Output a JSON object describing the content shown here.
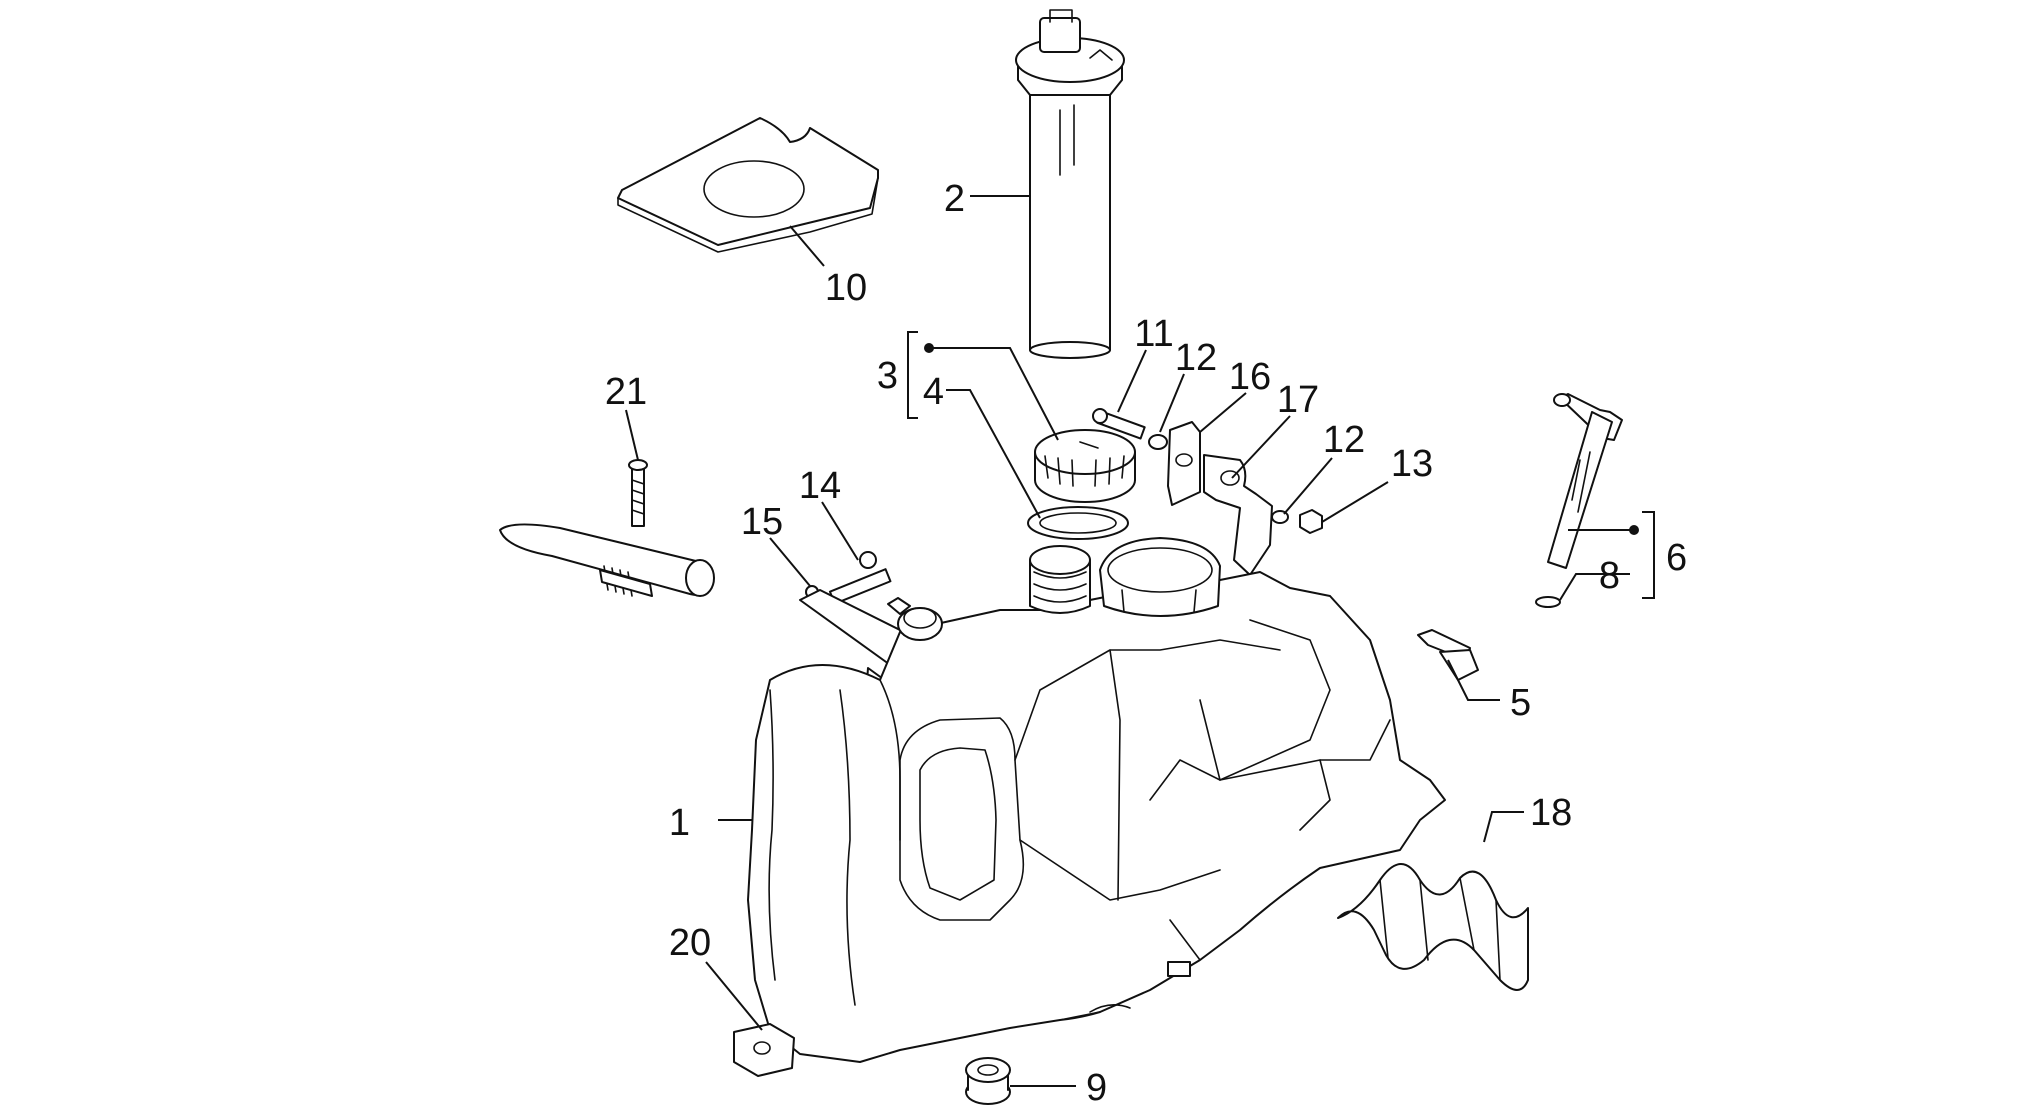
{
  "diagram": {
    "callouts": [
      "1",
      "2",
      "3",
      "4",
      "5",
      "6",
      "8",
      "9",
      "10",
      "11",
      "12",
      "12",
      "13",
      "14",
      "15",
      "16",
      "17",
      "18",
      "20",
      "21"
    ]
  }
}
